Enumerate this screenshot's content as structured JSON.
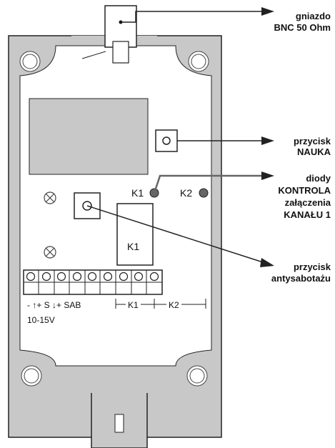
{
  "labels": {
    "bnc_line1": "gniazdo",
    "bnc_line2": "BNC 50 Ohm",
    "nauka_line1": "przycisk",
    "nauka_line2": "NAUKA",
    "diody_line1": "diody",
    "diody_line2": "KONTROLA",
    "diody_line3": "załączenia",
    "diody_line4": "KANAŁU 1",
    "anty_line1": "przycisk",
    "anty_line2": "antysabotażu"
  },
  "board": {
    "led1": "K1",
    "led2": "K2",
    "relay": "K1",
    "terminal_markings": "- ↑+ S ↓+  SAB",
    "bracket_k1": "K1",
    "bracket_k2": "K2",
    "voltage": "10-15V"
  },
  "colors": {
    "board_gray": "#c8c8c8",
    "outline": "#222222",
    "component_fill": "#ffffff",
    "led_fill": "#666666"
  }
}
